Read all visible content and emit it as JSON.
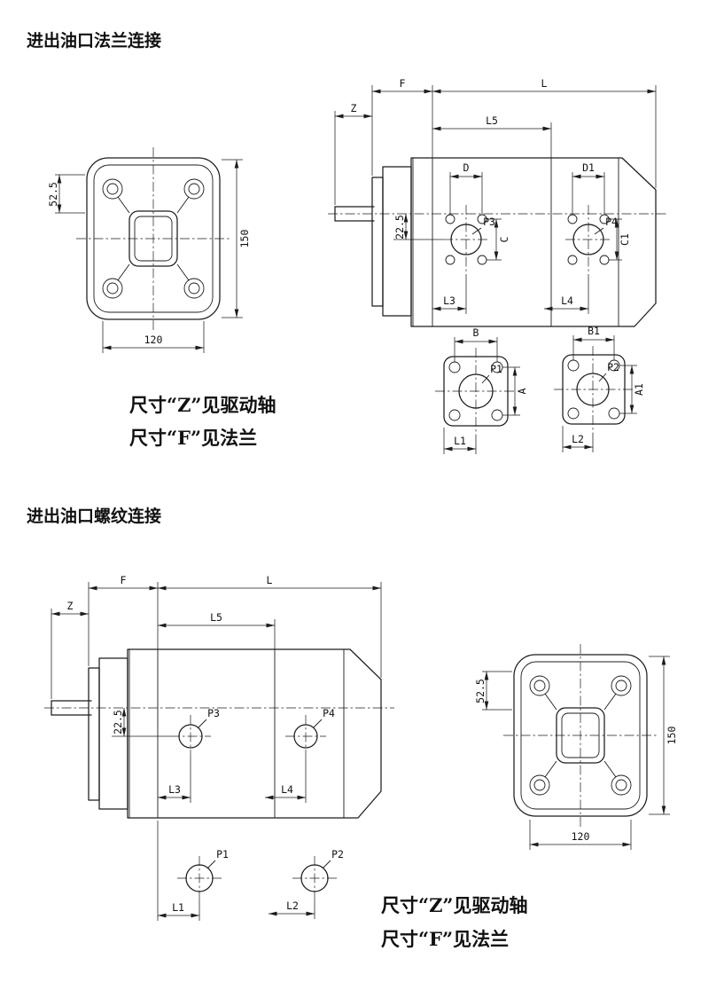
{
  "page": {
    "background": "#ffffff",
    "line_color": "#1c1c1c"
  },
  "sections": {
    "flange": {
      "title": "进出油口法兰连接",
      "caption1": "尺寸“Z”见驱动轴",
      "caption2": "尺寸“F”见法兰"
    },
    "thread": {
      "title": "进出油口螺纹连接",
      "caption1": "尺寸“Z”见驱动轴",
      "caption2": "尺寸“F”见法兰"
    }
  },
  "labels": {
    "d52_5": "52.5",
    "d150": "150",
    "d120": "120",
    "d22_5": "22.5",
    "F": "F",
    "L": "L",
    "Z": "Z",
    "L1": "L1",
    "L2": "L2",
    "L3": "L3",
    "L4": "L4",
    "L5": "L5",
    "D": "D",
    "D1": "D1",
    "C": "C",
    "C1": "C1",
    "B": "B",
    "B1": "B1",
    "A": "A",
    "A1": "A1",
    "P1": "P1",
    "P2": "P2",
    "P3": "P3",
    "P4": "P4"
  }
}
